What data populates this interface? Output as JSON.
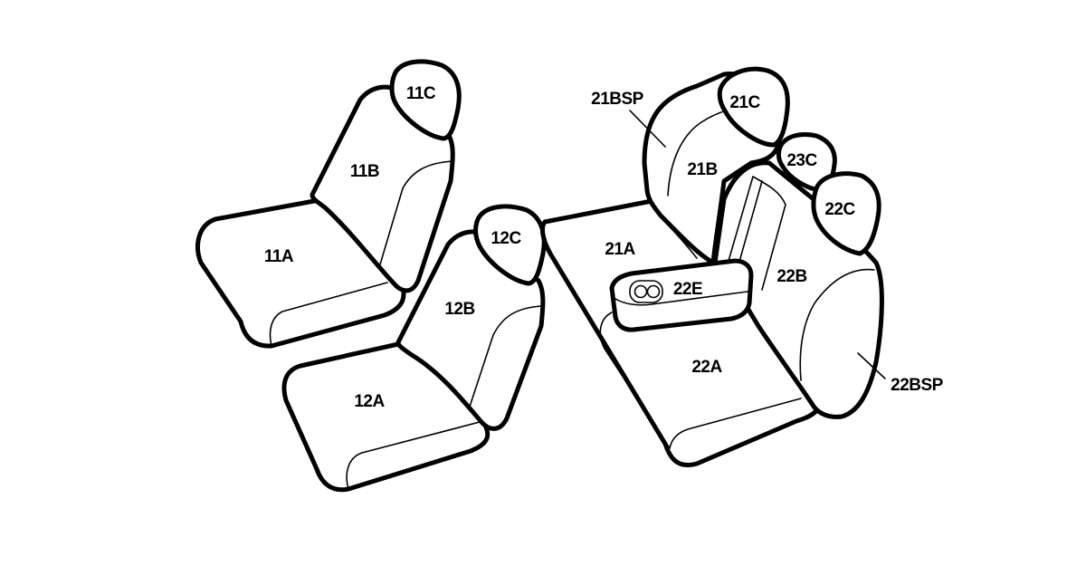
{
  "diagram": {
    "stroke_color": "#000000",
    "background_color": "#ffffff",
    "parts": {
      "seat_11A": "11A",
      "seat_11B": "11B",
      "seat_11C": "11C",
      "seat_12A": "12A",
      "seat_12B": "12B",
      "seat_12C": "12C",
      "seat_21A": "21A",
      "seat_21B": "21B",
      "seat_21C": "21C",
      "seat_21BSP": "21BSP",
      "seat_22A": "22A",
      "seat_22B": "22B",
      "seat_22C": "22C",
      "seat_22E": "22E",
      "seat_22BSP": "22BSP",
      "seat_23C": "23C"
    }
  }
}
